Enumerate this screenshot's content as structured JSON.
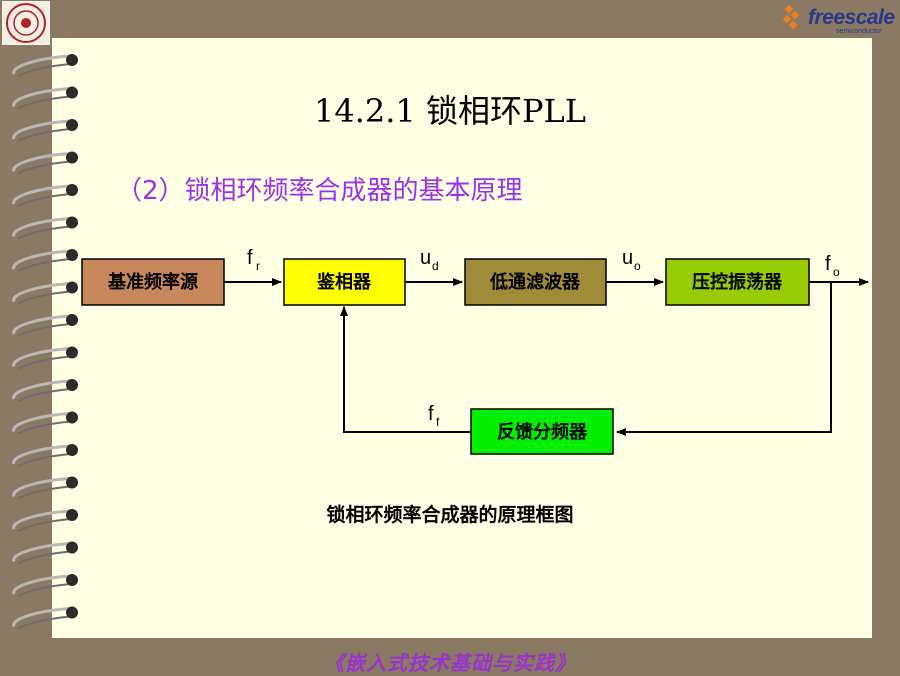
{
  "title": "14.2.1 锁相环PLL",
  "subtitle": "（2）锁相环频率合成器的基本原理",
  "logo_right": {
    "word": "freescale",
    "tagline": "semiconductor"
  },
  "diagram": {
    "blocks": [
      {
        "id": "ref",
        "label": "基准频率源",
        "fill": "#c8875a"
      },
      {
        "id": "pd",
        "label": "鉴相器",
        "fill": "#ffff00"
      },
      {
        "id": "lpf",
        "label": "低通滤波器",
        "fill": "#a08c38"
      },
      {
        "id": "vco",
        "label": "压控振荡器",
        "fill": "#99cc00"
      },
      {
        "id": "div",
        "label": "反馈分频器",
        "fill": "#00ee00"
      }
    ],
    "signals": {
      "fr": {
        "base": "f",
        "sub": "r"
      },
      "ud": {
        "base": "u",
        "sub": "d"
      },
      "uo": {
        "base": "u",
        "sub": "o"
      },
      "fo": {
        "base": "f",
        "sub": "o"
      },
      "ff": {
        "base": "f",
        "sub": "f"
      }
    }
  },
  "caption": "锁相环频率合成器的原理框图",
  "footer": "《嵌入式技术基础与实践》",
  "colors": {
    "page": "#ffffe6",
    "border": "#8a7a64",
    "subtitle": "#9a33e6",
    "footer": "#9933cc"
  }
}
